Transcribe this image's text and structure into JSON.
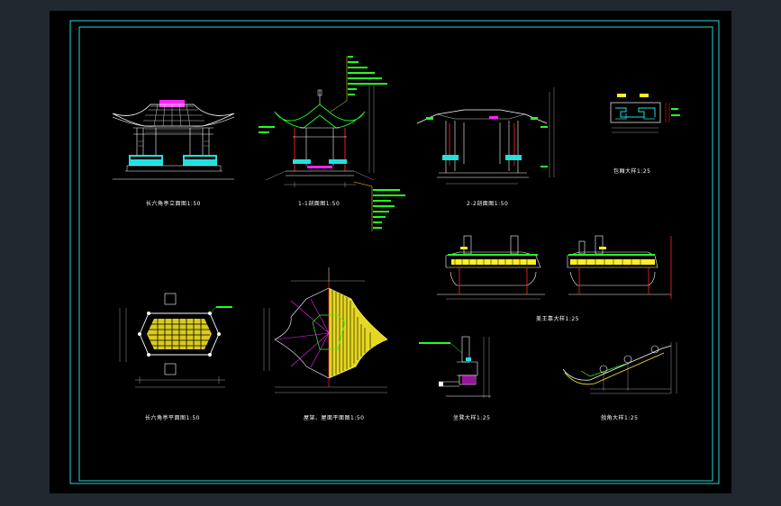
{
  "colors": {
    "background": "#000000",
    "border": "#22d8d8",
    "roof": "#ffffff",
    "accent_magenta": "#ff22ff",
    "accent_green": "#22ff22",
    "accent_yellow": "#ffee22",
    "accent_red": "#ff2222",
    "accent_cyan": "#22e0e0"
  },
  "drawings": {
    "front_elevation": "长六角亭立面图1:50",
    "section_1_1": "1-1剖面图1:50",
    "section_2_2": "2-2剖面图1:50",
    "bracket_detail": "包厢大样1:25",
    "plan": "长六角亭平面图1:50",
    "roof_plan": "屋架、屋面平面图1:50",
    "bench_detail": "美王靠大样1:25",
    "seat_detail": "坐凳大样1:25",
    "eave_detail": "戗角大样1:25"
  }
}
